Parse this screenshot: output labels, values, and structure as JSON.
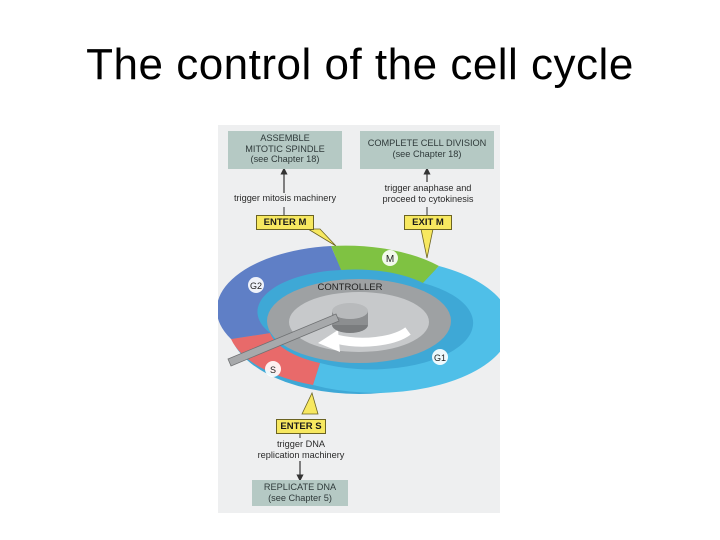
{
  "title": "The control of the cell cycle",
  "boxes": {
    "assemble": [
      "ASSEMBLE",
      "MITOTIC SPINDLE",
      "(see Chapter 18)"
    ],
    "complete": [
      "COMPLETE CELL DIVISION",
      "(see Chapter 18)"
    ],
    "replicate": [
      "REPLICATE DNA",
      "(see Chapter 5)"
    ]
  },
  "triggers": {
    "mitosis": [
      "trigger mitosis machinery"
    ],
    "anaphase": [
      "trigger anaphase and",
      "proceed to cytokinesis"
    ],
    "dna": [
      "trigger DNA",
      "replication machinery"
    ]
  },
  "checkpoints": {
    "enter_m": "ENTER M",
    "exit_m": "EXIT M",
    "enter_s": "ENTER S"
  },
  "phases": {
    "m": "M",
    "g1": "G1",
    "g2": "G2",
    "s": "S"
  },
  "controller": "CONTROLLER",
  "colors": {
    "m_phase": "#7fc242",
    "g1_phase": "#4fbfe8",
    "g2_phase": "#5f7fc6",
    "s_phase": "#e86a6a",
    "checkpoint_fill": "#f7e860",
    "box_fill": "#b5c9c4"
  }
}
